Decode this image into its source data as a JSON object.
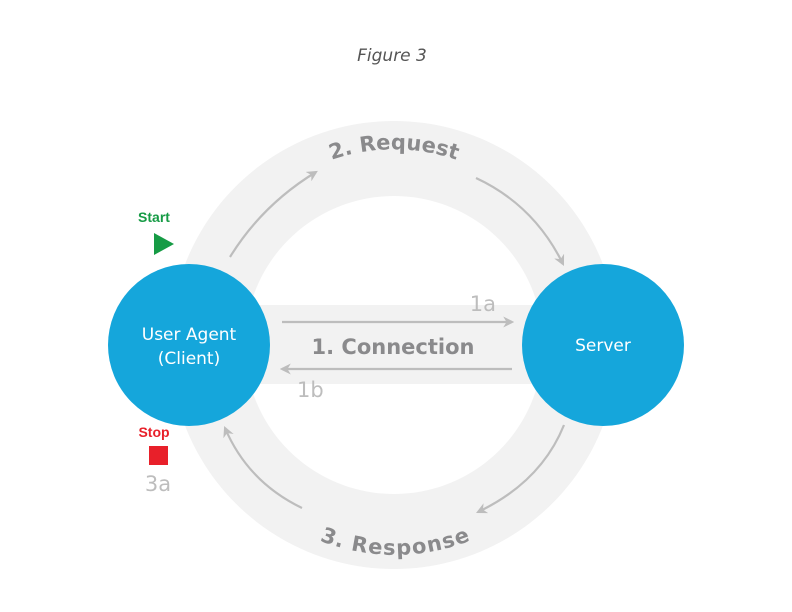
{
  "figure": {
    "title": "Figure 3"
  },
  "nodes": {
    "client": {
      "line1": "User Agent",
      "line2": "(Client)"
    },
    "server": {
      "label": "Server"
    }
  },
  "steps": {
    "connection": {
      "label": "1. Connection",
      "forward": "1a",
      "back": "1b"
    },
    "request": {
      "label": "2. Request"
    },
    "response": {
      "label": "3. Response"
    }
  },
  "markers": {
    "start": {
      "label": "Start",
      "icon": "play-triangle-icon"
    },
    "stop": {
      "label": "Stop",
      "icon": "stop-square-icon",
      "sub": "3a"
    }
  },
  "colors": {
    "node": "#15a6db",
    "ring": "#f2f2f2",
    "arrow": "#bdbdbd",
    "step_text": "#8a8a8c",
    "start": "#169b45",
    "stop": "#e8202a"
  }
}
